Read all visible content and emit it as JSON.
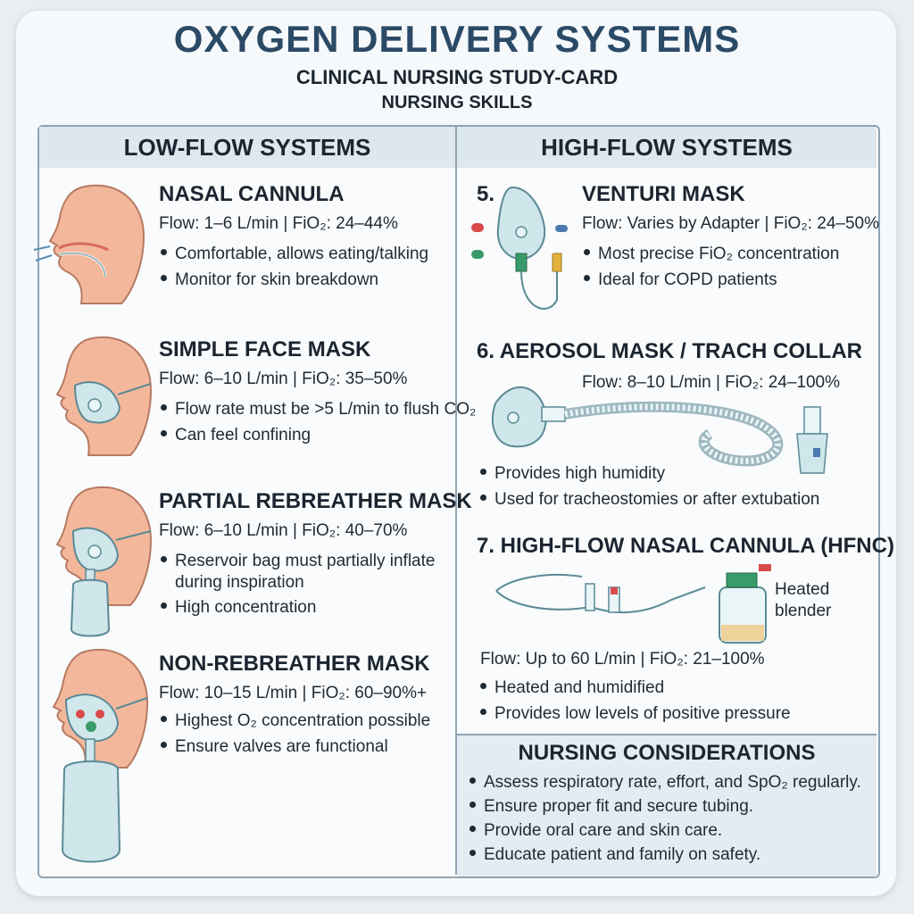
{
  "header": {
    "title": "OXYGEN DELIVERY SYSTEMS",
    "subtitle": "CLINICAL NURSING STUDY-CARD",
    "subtitle2": "NURSING SKILLS"
  },
  "columns": {
    "low": "LOW-FLOW SYSTEMS",
    "high": "HIGH-FLOW SYSTEMS"
  },
  "low_flow": [
    {
      "title": "NASAL CANNULA",
      "flow": "Flow: 1–6 L/min | FiO₂: 24–44%",
      "bullets": [
        "Comfortable, allows eating/talking",
        "Monitor for skin breakdown"
      ]
    },
    {
      "title": "SIMPLE FACE MASK",
      "flow": "Flow: 6–10 L/min | FiO₂: 35–50%",
      "bullets": [
        "Flow rate must be >5 L/min to flush CO₂",
        "Can feel confining"
      ]
    },
    {
      "title": "PARTIAL REBREATHER MASK",
      "flow": "Flow: 6–10 L/min | FiO₂: 40–70%",
      "bullets": [
        "Reservoir bag must partially inflate",
        "High concentration"
      ],
      "continuation": "during inspiration"
    },
    {
      "title": "NON-REBREATHER MASK",
      "flow": "Flow: 10–15 L/min | FiO₂: 60–90%+",
      "bullets": [
        "Highest O₂ concentration possible",
        "Ensure valves are functional"
      ]
    }
  ],
  "high_flow": [
    {
      "number": "5.",
      "title": "VENTURI MASK",
      "flow": "Flow: Varies by Adapter | FiO₂: 24–50%",
      "bullets": [
        "Most precise FiO₂ concentration",
        "Ideal for COPD patients"
      ]
    },
    {
      "title": "6. AEROSOL MASK / TRACH COLLAR",
      "flow": "Flow: 8–10 L/min | FiO₂: 24–100%",
      "bullets": [
        "Provides high humidity",
        "Used for tracheostomies or after extubation"
      ]
    },
    {
      "title": "7. HIGH-FLOW NASAL CANNULA (HFNC)",
      "flow": "Flow: Up to 60 L/min | FiO₂: 21–100%",
      "bullets": [
        "Heated and humidified",
        "Provides low levels of positive pressure"
      ],
      "device_label_1": "Heated",
      "device_label_2": "blender"
    }
  ],
  "nursing": {
    "title": "NURSING CONSIDERATIONS",
    "bullets": [
      "Assess respiratory rate, effort, and SpO₂ regularly.",
      "Ensure proper fit and secure tubing.",
      "Provide oral care and skin care.",
      "Educate patient and family on safety."
    ]
  },
  "colors": {
    "title": "#2b4a66",
    "header_fill": "#dde7ee",
    "skin": "#f3b89c",
    "mask": "#cfe6ea"
  }
}
